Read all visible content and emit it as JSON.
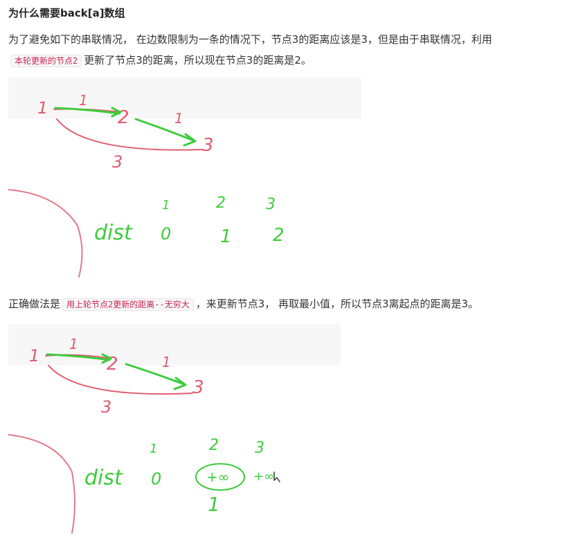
{
  "heading": "为什么需要back[a]数组",
  "paragraph1": {
    "before": "为了避免如下的串联情况， 在边数限制为一条的情况下，节点3的距离应该是3，但是由于串联情况，利用",
    "code": "本轮更新的节点2",
    "after": "更新了节点3的距离，所以现在节点3的距离是2。"
  },
  "paragraph2": {
    "before": "正确做法是",
    "code": "用上轮节点2更新的距离--无穷大",
    "after": "，来更新节点3， 再取最小值，所以节点3离起点的距离是3。"
  },
  "figure1": {
    "nodes": [
      "1",
      "2",
      "3"
    ],
    "edge_weights": [
      "1",
      "1",
      "3"
    ],
    "dist_label": "dist",
    "index_labels": [
      "1",
      "2",
      "3"
    ],
    "dist_values": [
      "0",
      "1",
      "2"
    ]
  },
  "figure2": {
    "nodes": [
      "1",
      "2",
      "3"
    ],
    "edge_weights": [
      "1",
      "1",
      "3"
    ],
    "dist_label": "dist",
    "index_labels": [
      "1",
      "2",
      "3"
    ],
    "dist_values": [
      "0",
      "+∞",
      "+∞"
    ],
    "update_value": "1"
  },
  "colors": {
    "green": "#3dcc3d",
    "red": "#e05c6e",
    "pink": "#e07a8a",
    "code_text": "#c7254e"
  }
}
